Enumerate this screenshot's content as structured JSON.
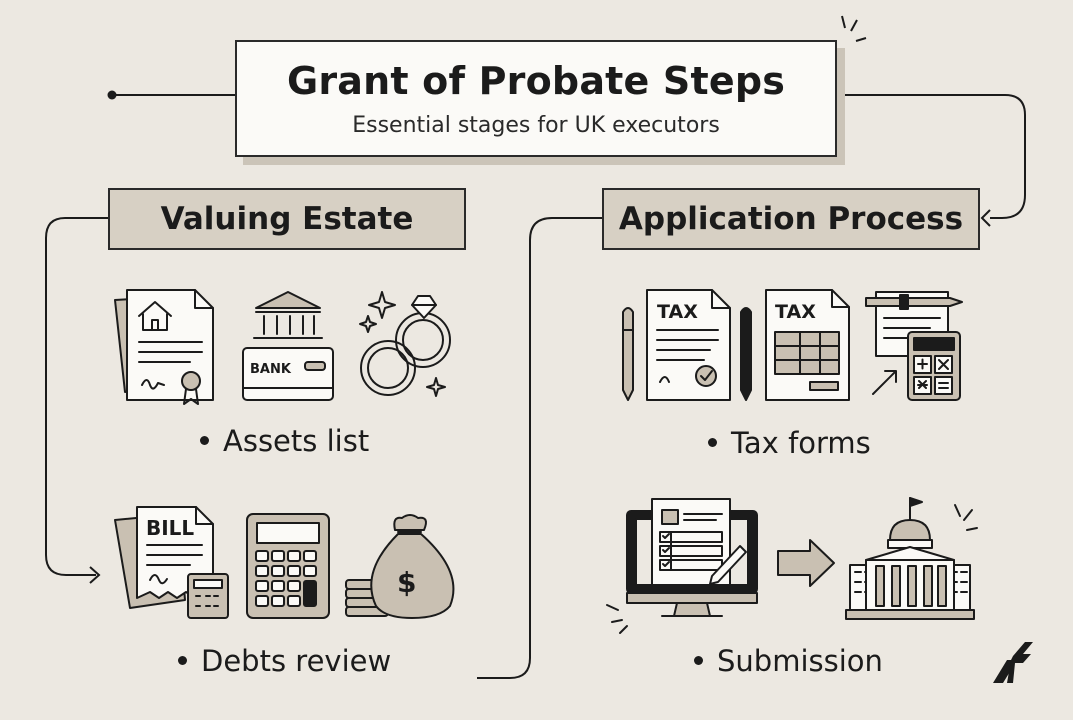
{
  "header": {
    "title": "Grant of Probate Steps",
    "subtitle": "Essential stages for UK executors"
  },
  "sections": [
    {
      "heading": "Valuing Estate",
      "bullets": [
        "Assets list",
        "Debts review"
      ]
    },
    {
      "heading": "Application Process",
      "bullets": [
        "Tax forms",
        "Submission"
      ]
    }
  ],
  "icon_labels": {
    "bank_card": "BANK",
    "bill": "BILL",
    "tax_form_1": "TAX",
    "tax_form_2": "TAX",
    "money_bag": "$"
  },
  "icons": [
    "property-deed-icon",
    "bank-card-icon",
    "rings-icon",
    "bill-document-icon",
    "calculator-icon",
    "money-bag-icon",
    "tax-form-pen-icon",
    "tax-form-table-icon",
    "calculator-pen-icon",
    "computer-form-icon",
    "arrow-right-icon",
    "government-building-icon",
    "logo-icon"
  ],
  "colors": {
    "background": "#ece8e1",
    "title_box": "#fbfaf7",
    "section_box": "#d7d0c4",
    "ink": "#1b1b1b",
    "accent_fill": "#c9c0b2"
  }
}
